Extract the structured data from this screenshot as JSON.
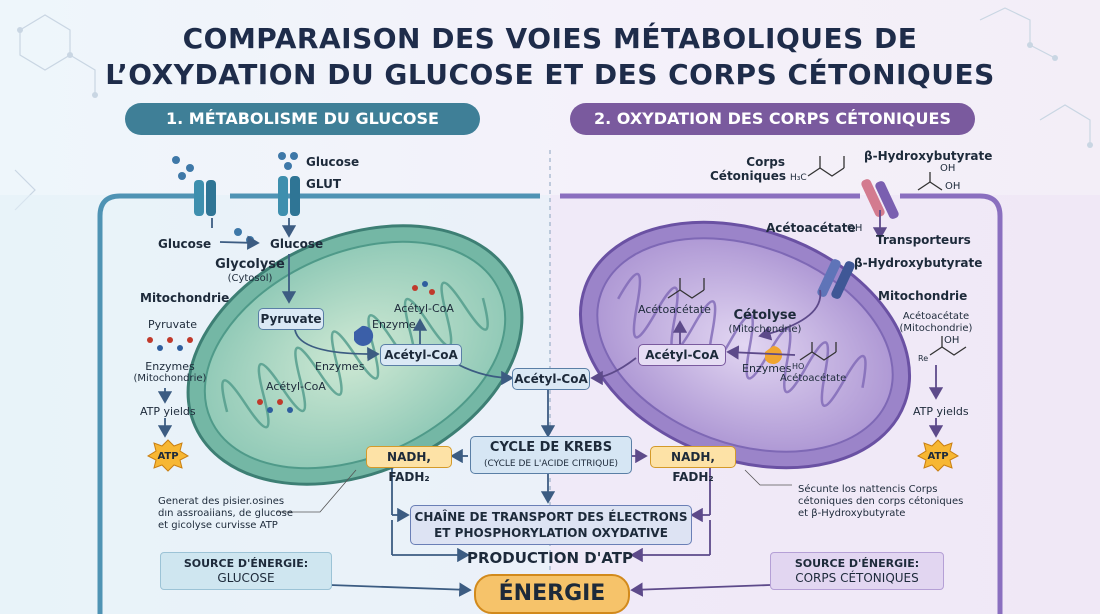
{
  "title": {
    "line1": "COMPARAISON DES VOIES MÉTABOLIQUES DE",
    "line2": "L’OXYDATION DU GLUCOSE ET DES CORPS CÉTONIQUES"
  },
  "left": {
    "header": "1. MÉTABOLISME DU GLUCOSE",
    "glucose_top": "Glucose",
    "glut": "GLUT",
    "glucose_a": "Glucose",
    "glucose_b": "Glucose",
    "glycolyse": "Glycolyse",
    "cytosol": "(Cytosol)",
    "mitochondrie": "Mitochondrie",
    "pyruvate_box": "Pyruvate",
    "pyruvate_side": "Pyruvate",
    "enzymes_side": "Enzymes",
    "mitochondrie_paren": "(Mitochondrie)",
    "atp_yields": "ATP yields",
    "atp": "ATP",
    "enzymes_inner": "Enzymes",
    "enzyme": "Enzyme",
    "acetyl_coa_top": "Acétyl-CoA",
    "acetyl_coa_box": "Acétyl-CoA",
    "acetyl_coa_inner": "Acétyl-CoA",
    "note_line1": "Generat des pisier.osines",
    "note_line2": "dın assroaiians, de glucose",
    "note_line3": "et gicolyse curvisse ATP",
    "source_label": "SOURCE D'ÉNERGIE:",
    "source_value": "GLUCOSE"
  },
  "right": {
    "header": "2. OXYDATION DES CORPS CÉTONIQUES",
    "corps": "Corps",
    "cetoniques": "Cétoniques",
    "h3c": "H₃C",
    "bhb_top": "β-Hydroxybutyrate",
    "oh1": "OH",
    "oh2": "OH",
    "acetoacetate_top": "Acétoacétate",
    "oh3": "OH",
    "transporteurs": "Transporteurs",
    "bhb_mid": "β-Hydroxybutyrate",
    "mitochondrie": "Mitochondrie",
    "acetoacetate_inner": "Acétoacétate",
    "cetolyse": "Cétolyse",
    "cetolyse_paren": "(Mitochondrie)",
    "acetyl_coa_box": "Acétyl-CoA",
    "enzymes": "Enzymes",
    "ho": "HO",
    "acetoacetate_small": "Acétoacétate",
    "acetoacetate_side": "Acétoacétate",
    "mitochondrie_paren": "(Mitochondrie)",
    "oh_side": "OH",
    "re": "Re",
    "atp_yields": "ATP yields",
    "atp": "ATP",
    "note_line1": "Sécunte los nattencis Corps",
    "note_line2": "cétoniques den corps cétoniques",
    "note_line3": "et β-Hydroxybutyrate",
    "source_label": "SOURCE D'ÉNERGIE:",
    "source_value": "CORPS CÉTONIQUES"
  },
  "center": {
    "acetyl_coa": "Acétyl-CoA",
    "krebs": "CYCLE DE KREBS",
    "krebs_paren": "(CYCLE DE L'ACIDE CITRIQUE)",
    "nadh_left": "NADH, FADH₂",
    "nadh_right": "NADH, FADH₂",
    "chain_line1": "CHAÎNE DE TRANSPORT DES ÉLECTRONS",
    "chain_line2": "ET PHOSPHORYLATION OXYDATIVE",
    "production": "PRODUCTION D'ATP",
    "energie": "ÉNERGIE"
  },
  "colors": {
    "teal": "#3f7f97",
    "purple": "#7a5a9e",
    "mito_green": "#8cc9b0",
    "mito_purple": "#a68fd0",
    "energie_fill": "#f6c36a"
  }
}
